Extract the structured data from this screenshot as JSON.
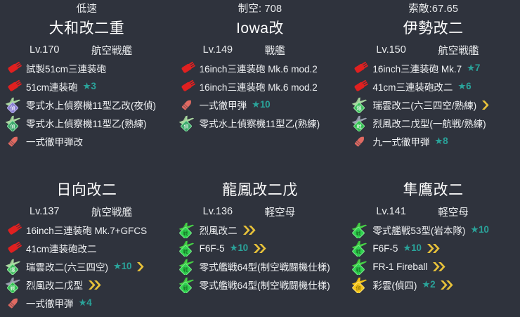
{
  "theme": {
    "background": "#2f333d",
    "text": "#f0f2f4",
    "name_color": "#ffffff",
    "star_color": "#2aa39a",
    "gun_red": "#e02020",
    "shell_red": "#e06a62",
    "plane_green": "#5fd35f",
    "plane_gray": "#9aa0b0",
    "badge_green": "#37c837",
    "badge_purple": "#8a7fd0",
    "badge_yellow": "#f2c300",
    "chevron_yellow": "#e8c23a"
  },
  "ships": [
    {
      "stat_label": "低速",
      "name": "大和改二重",
      "level_label": "Lv.170",
      "ship_type": "航空戦艦",
      "equipment": [
        {
          "icon": "main-gun-large-icon",
          "name": "試製51cm三連装砲",
          "star": "",
          "chevrons": 0
        },
        {
          "icon": "main-gun-large-icon",
          "name": "51cm連装砲",
          "star": "★3",
          "chevrons": 0
        },
        {
          "icon": "seaplane-recon-purple-icon",
          "name": "零式水上偵察機11型乙改(夜偵)",
          "star": "",
          "chevrons": 0
        },
        {
          "icon": "seaplane-recon-green-icon",
          "name": "零式水上偵察機11型乙(熟練)",
          "star": "",
          "chevrons": 0
        },
        {
          "icon": "ap-shell-icon",
          "name": "一式徹甲弾改",
          "star": "",
          "chevrons": 0
        }
      ]
    },
    {
      "stat_label": "制空: 708",
      "name": "Iowa改",
      "level_label": "Lv.149",
      "ship_type": "戰艦",
      "equipment": [
        {
          "icon": "main-gun-large-icon",
          "name": "16inch三連装砲 Mk.6 mod.2",
          "star": "",
          "chevrons": 0
        },
        {
          "icon": "main-gun-large-icon",
          "name": "16inch三連装砲 Mk.6 mod.2",
          "star": "",
          "chevrons": 0
        },
        {
          "icon": "ap-shell-icon",
          "name": "一式徹甲弾",
          "star": "★10",
          "chevrons": 0
        },
        {
          "icon": "seaplane-recon-green-icon",
          "name": "零式水上偵察機11型乙(熟練)",
          "star": "",
          "chevrons": 0
        }
      ]
    },
    {
      "stat_label": "索敵:67.65",
      "name": "伊勢改二",
      "level_label": "Lv.150",
      "ship_type": "航空戦艦",
      "equipment": [
        {
          "icon": "main-gun-large-icon",
          "name": "16inch三連装砲 Mk.7",
          "star": "★7",
          "chevrons": 0
        },
        {
          "icon": "main-gun-large-icon",
          "name": "41cm三連装砲改二",
          "star": "★6",
          "chevrons": 0
        },
        {
          "icon": "seaplane-bomber-green-icon",
          "name": "瑞雲改二(六三四空/熟練)",
          "star": "",
          "chevrons": 1
        },
        {
          "icon": "carrier-fighter-gray-icon",
          "name": "烈風改二戊型(一航戦/熟練)",
          "star": "",
          "chevrons": 0
        },
        {
          "icon": "ap-shell-icon",
          "name": "九一式徹甲弾",
          "star": "★8",
          "chevrons": 0
        }
      ]
    },
    {
      "stat_label": "",
      "name": "日向改二",
      "level_label": "Lv.137",
      "ship_type": "航空戦艦",
      "equipment": [
        {
          "icon": "main-gun-large-icon",
          "name": "16inch三連装砲 Mk.7+GFCS",
          "star": "",
          "chevrons": 0
        },
        {
          "icon": "main-gun-large-icon",
          "name": "41cm連装砲改二",
          "star": "",
          "chevrons": 0
        },
        {
          "icon": "seaplane-bomber-green-icon",
          "name": "瑞雲改二(六三四空)",
          "star": "★10",
          "chevrons": 1
        },
        {
          "icon": "carrier-fighter-gray-icon",
          "name": "烈風改二戊型",
          "star": "",
          "chevrons": 2
        },
        {
          "icon": "ap-shell-icon",
          "name": "一式徹甲弾",
          "star": "★4",
          "chevrons": 0
        }
      ]
    },
    {
      "stat_label": "",
      "name": "龍鳳改二戊",
      "level_label": "Lv.136",
      "ship_type": "軽空母",
      "equipment": [
        {
          "icon": "carrier-fighter-green-icon",
          "name": "烈風改二",
          "star": "",
          "chevrons": 2
        },
        {
          "icon": "carrier-fighter-green-icon",
          "name": "F6F-5",
          "star": "★10",
          "chevrons": 2
        },
        {
          "icon": "carrier-fighter-green-icon",
          "name": "零式艦戦64型(制空戦闘機仕様)",
          "star": "",
          "chevrons": 0
        },
        {
          "icon": "carrier-fighter-green-icon",
          "name": "零式艦戦64型(制空戦闘機仕様)",
          "star": "",
          "chevrons": 0
        }
      ]
    },
    {
      "stat_label": "",
      "name": "隼鷹改二",
      "level_label": "Lv.141",
      "ship_type": "軽空母",
      "equipment": [
        {
          "icon": "carrier-fighter-green-icon",
          "name": "零式艦戦53型(岩本隊)",
          "star": "★10",
          "chevrons": 0
        },
        {
          "icon": "carrier-fighter-green-icon",
          "name": "F6F-5",
          "star": "★10",
          "chevrons": 2
        },
        {
          "icon": "carrier-fighter-green-icon",
          "name": "FR-1 Fireball",
          "star": "",
          "chevrons": 2
        },
        {
          "icon": "carrier-recon-yellow-icon",
          "name": "彩雲(偵四)",
          "star": "★2",
          "chevrons": 2
        }
      ]
    }
  ]
}
